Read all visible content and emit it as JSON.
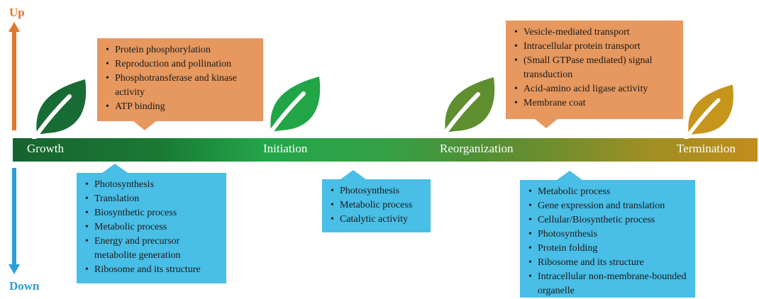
{
  "axis": {
    "up_label": "Up",
    "down_label": "Down"
  },
  "colors": {
    "up": "#e2762b",
    "down": "#2a9fd8",
    "up_box": "#e6985f",
    "down_box": "#49bee6",
    "leaf_growth": "#176b34",
    "leaf_initiation": "#22a547",
    "leaf_reorganization": "#5f8e2f",
    "leaf_termination": "#c6951c"
  },
  "stages": [
    {
      "label": "Growth",
      "leaf_icon": "leaf-icon"
    },
    {
      "label": "Initiation",
      "leaf_icon": "leaf-icon"
    },
    {
      "label": "Reorganization",
      "leaf_icon": "leaf-icon"
    },
    {
      "label": "Termination",
      "leaf_icon": "leaf-icon"
    }
  ],
  "up_boxes": [
    {
      "stage": "Growth",
      "items": [
        "Protein phosphorylation",
        "Reproduction and pollination",
        "Phosphotransferase and kinase activity",
        "ATP binding"
      ]
    },
    {
      "stage": "Reorganization",
      "items": [
        "Vesicle-mediated transport",
        "Intracellular protein transport",
        "(Small GTPase mediated) signal transduction",
        "Acid-amino acid ligase activity",
        "Membrane coat"
      ]
    }
  ],
  "down_boxes": [
    {
      "stage": "Growth",
      "items": [
        "Photosynthesis",
        "Translation",
        "Biosynthetic process",
        "Metabolic process",
        "Energy and precursor metabolite generation",
        "Ribosome and its structure"
      ]
    },
    {
      "stage": "Initiation",
      "items": [
        "Photosynthesis",
        "Metabolic process",
        "Catalytic activity"
      ]
    },
    {
      "stage": "Reorganization",
      "items": [
        "Metabolic process",
        "Gene expression and translation",
        "Cellular/Biosynthetic process",
        "Photosynthesis",
        "Protein folding",
        "Ribosome and its structure",
        "Intracellular non-membrane-bounded organelle"
      ]
    }
  ]
}
